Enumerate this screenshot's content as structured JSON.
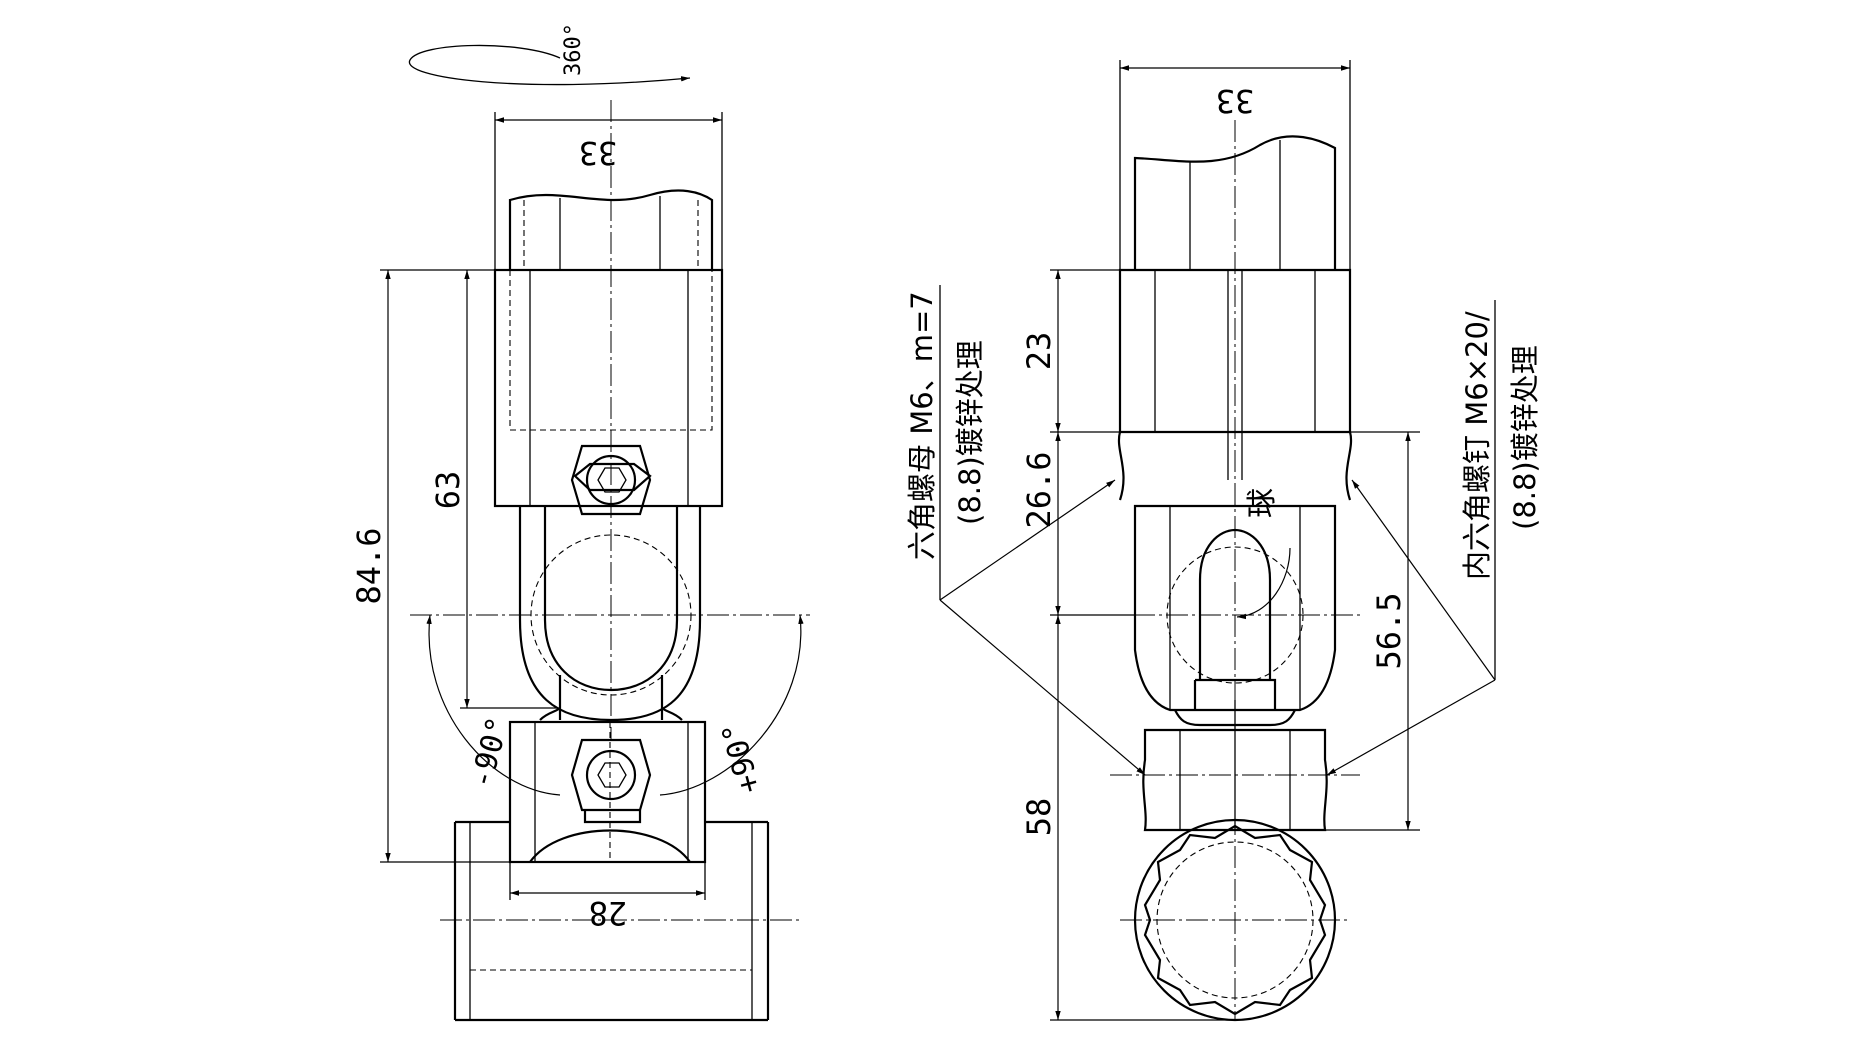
{
  "left_view": {
    "rotation_label": "360°",
    "dim_top_width": "33",
    "dim_total_height": "84.6",
    "dim_clamp_height": "63",
    "dim_base_width": "28",
    "angle_negative": "-90°",
    "angle_positive": "+90°"
  },
  "right_view": {
    "dim_top_width": "33",
    "dim_upper": "23",
    "dim_middle": "26.6",
    "dim_lower": "58",
    "dim_right": "56.5",
    "ball_label": "球",
    "nut_note_line1": "六角螺母 M6、m=7",
    "nut_note_line2": "(8.8)镀锌处理",
    "bolt_note_line1": "内六角螺钉 M6×20/",
    "bolt_note_line2": "(8.8)镀锌处理"
  }
}
